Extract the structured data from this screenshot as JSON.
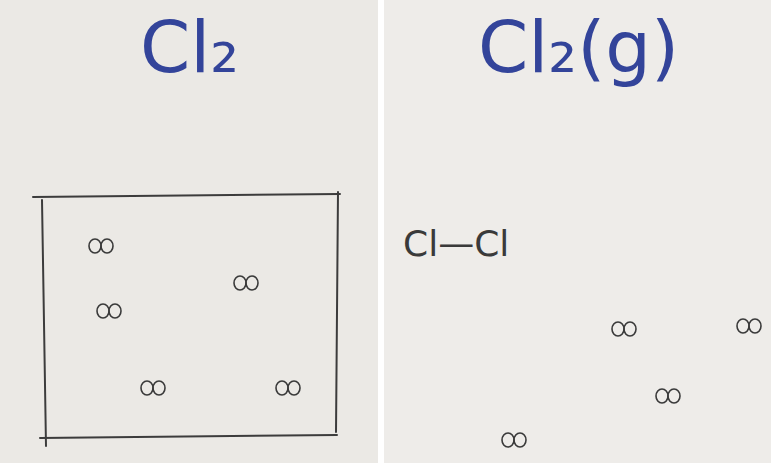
{
  "diagram": {
    "labels": [
      "Cl₂",
      "Cl₂(g)",
      "Cl—Cl"
    ]
  }
}
